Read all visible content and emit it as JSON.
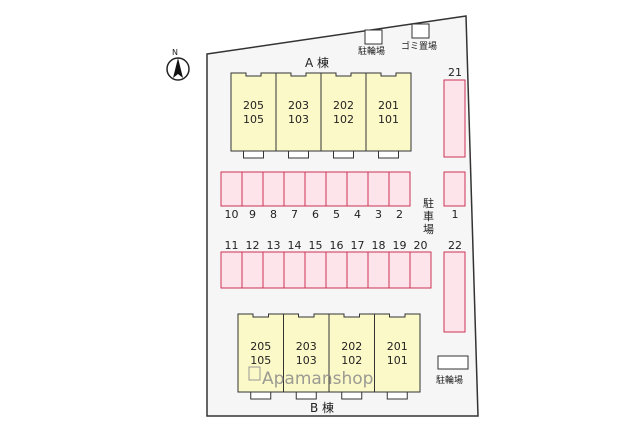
{
  "north_label": "N",
  "colors": {
    "lot": "#f6f6f6",
    "lot_stroke": "#333333",
    "building": "#fbf9c8",
    "parking": "#fde3ea",
    "parking_stroke": "#cc3355",
    "watermark": "#8a8a8a"
  },
  "facilities": {
    "bike_top": "駐輪場",
    "garbage": "ゴミ置場",
    "bike_bottom": "駐輪場",
    "parking_label": [
      "駐",
      "車",
      "場"
    ]
  },
  "building_a": {
    "name": "A 棟",
    "units": [
      {
        "upper": "205",
        "lower": "105"
      },
      {
        "upper": "203",
        "lower": "103"
      },
      {
        "upper": "202",
        "lower": "102"
      },
      {
        "upper": "201",
        "lower": "101"
      }
    ]
  },
  "building_b": {
    "name": "B 棟",
    "units": [
      {
        "upper": "205",
        "lower": "105"
      },
      {
        "upper": "203",
        "lower": "103"
      },
      {
        "upper": "202",
        "lower": "102"
      },
      {
        "upper": "201",
        "lower": "101"
      }
    ]
  },
  "parking": {
    "row1": [
      "10",
      "9",
      "8",
      "7",
      "6",
      "5",
      "4",
      "3",
      "2"
    ],
    "row2": [
      "11",
      "12",
      "13",
      "14",
      "15",
      "16",
      "17",
      "18",
      "19",
      "20"
    ],
    "right": [
      "21",
      "1",
      "22"
    ]
  },
  "watermark": "Apamanshop"
}
